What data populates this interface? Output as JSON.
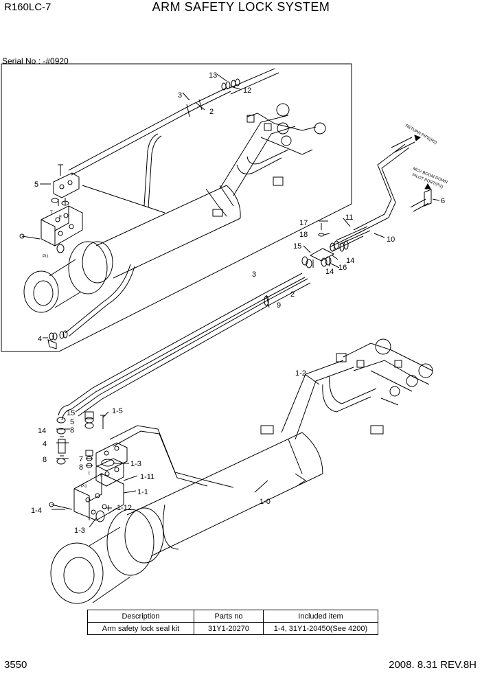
{
  "header": {
    "model": "R160LC-7",
    "title": "ARM SAFETY LOCK SYSTEM",
    "serial": "Serial No : -#0920"
  },
  "callouts": {
    "c13": "13",
    "c12": "12",
    "c3a": "3",
    "c2a": "2",
    "c5a": "5",
    "c4a": "4",
    "pi1a": "Pi1",
    "t_a": "T",
    "e_a": "E",
    "c17": "17",
    "c18": "18",
    "c15a": "15",
    "c14a": "14",
    "c16": "16",
    "c14b": "14",
    "c11": "11",
    "c10": "10",
    "c6": "6",
    "c3b": "3",
    "c2b": "2",
    "c9": "9",
    "c1_2": "1-2",
    "c1_0": "1-0",
    "c15b": "15",
    "c5b": "5",
    "c8a": "8",
    "c1_5": "1-5",
    "c14c": "14",
    "c4b": "4",
    "c8b": "8",
    "c7": "7",
    "c8c": "8",
    "c1_3a": "1-3",
    "c1_11": "1-11",
    "c1_1": "1-1",
    "c1_4": "1-4",
    "c1_12": "1-12",
    "c1_3b": "1-3",
    "pi1b": "Pi1",
    "t_b": "T",
    "e_b": "E",
    "return_pipe": "RETURN PIPE(R3)",
    "mcv_line1": "MCV BOOM DOWN",
    "mcv_line2": "PILOT PORT(Pi1)"
  },
  "parts_table": {
    "headers": [
      "Description",
      "Parts no",
      "Included item"
    ],
    "rows": [
      [
        "Arm safety lock seal kit",
        "31Y1-20270",
        "1-4, 31Y1-20450(See 4200)"
      ]
    ]
  },
  "footer": {
    "page": "3550",
    "revision": "2008. 8.31  REV.8H"
  }
}
